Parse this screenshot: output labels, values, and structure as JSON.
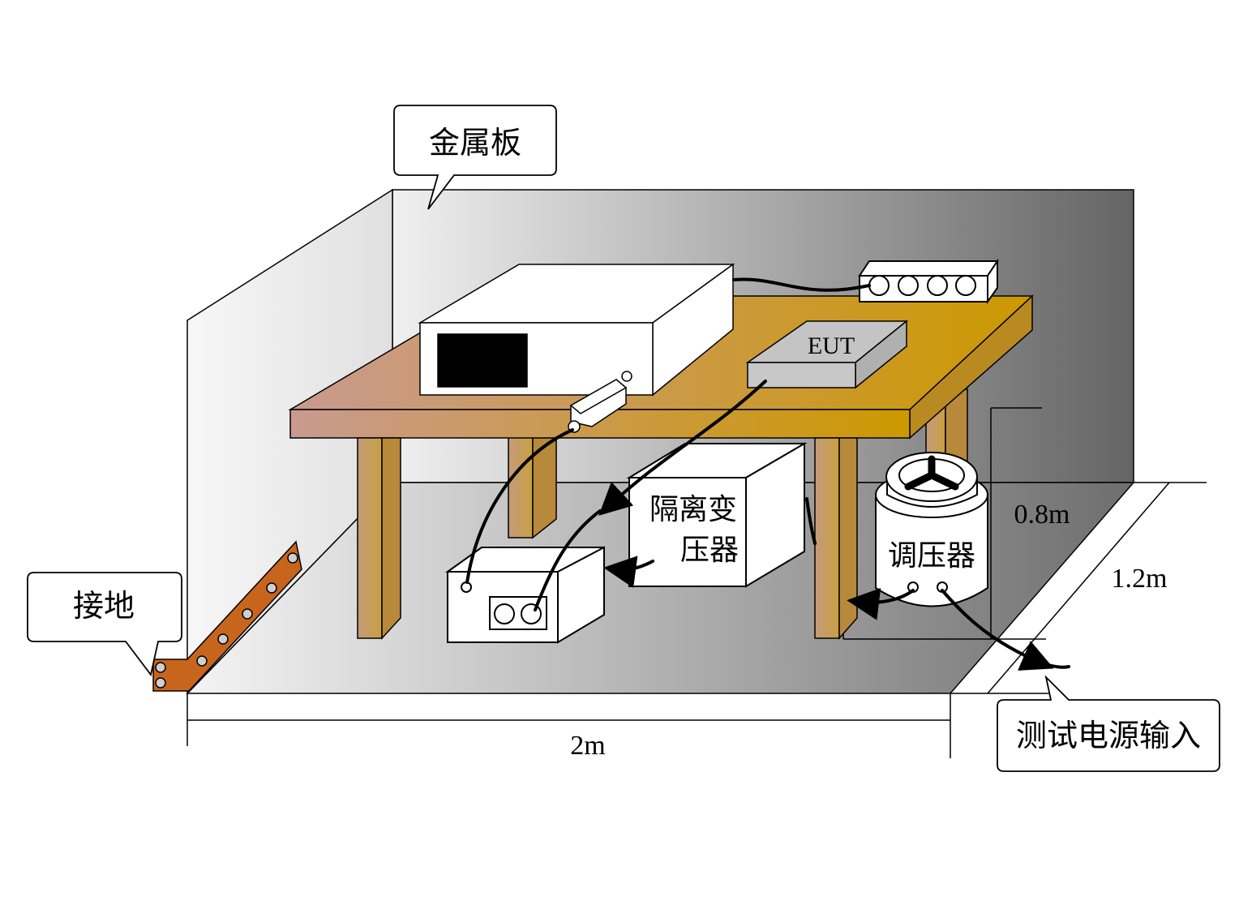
{
  "labels": {
    "metal_plate": "金属板",
    "grounding": "接地",
    "eut": "EUT",
    "isolation_transformer_line1": "隔离变",
    "isolation_transformer_line2": "压器",
    "voltage_regulator": "调压器",
    "test_power_input": "测试电源输入",
    "dim_width": "2m",
    "dim_height": "0.8m",
    "dim_depth": "1.2m"
  },
  "colors": {
    "wall_right_dark": "#666666",
    "wall_left_light": "#f2f2f2",
    "table_left": "#c99a8e",
    "table_right": "#cc9900",
    "leg": "#c9a06a",
    "ground_strap": "#c8651c",
    "eut_box": "#c0c0c0"
  }
}
